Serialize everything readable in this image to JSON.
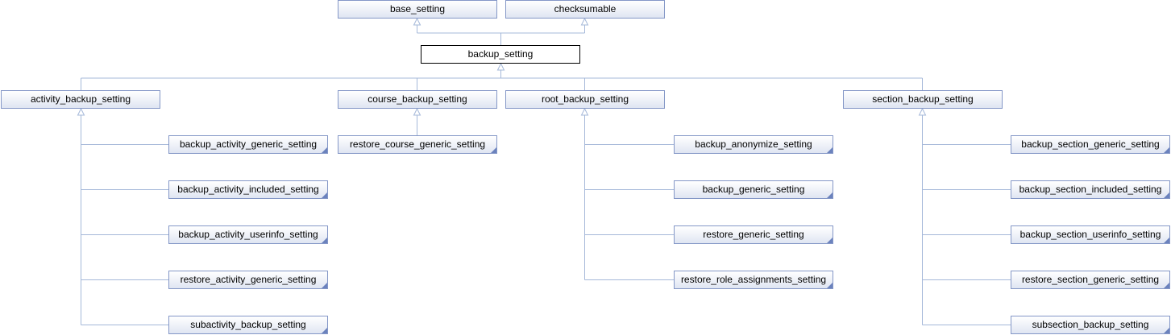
{
  "colors": {
    "edge": "#a5b8d9",
    "node_border": "#8497c7",
    "current_border": "#000000"
  },
  "nodes": {
    "base_setting": "base_setting",
    "checksumable": "checksumable",
    "backup_setting": "backup_setting",
    "activity_backup_setting": "activity_backup_setting",
    "course_backup_setting": "course_backup_setting",
    "root_backup_setting": "root_backup_setting",
    "section_backup_setting": "section_backup_setting",
    "backup_activity_generic_setting": "backup_activity_generic_setting",
    "backup_activity_included_setting": "backup_activity_included_setting",
    "backup_activity_userinfo_setting": "backup_activity_userinfo_setting",
    "restore_activity_generic_setting": "restore_activity_generic_setting",
    "subactivity_backup_setting": "subactivity_backup_setting",
    "restore_course_generic_setting": "restore_course_generic_setting",
    "backup_anonymize_setting": "backup_anonymize_setting",
    "backup_generic_setting": "backup_generic_setting",
    "restore_generic_setting": "restore_generic_setting",
    "restore_role_assignments_setting": "restore_role_assignments_setting",
    "backup_section_generic_setting": "backup_section_generic_setting",
    "backup_section_included_setting": "backup_section_included_setting",
    "backup_section_userinfo_setting": "backup_section_userinfo_setting",
    "restore_section_generic_setting": "restore_section_generic_setting",
    "subsection_backup_setting": "subsection_backup_setting"
  }
}
